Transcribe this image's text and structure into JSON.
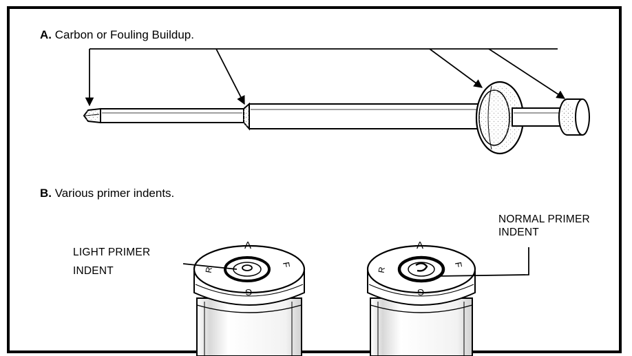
{
  "section_a": {
    "letter": "A.",
    "text": "Carbon or Fouling Buildup."
  },
  "section_b": {
    "letter": "B.",
    "text": "Various primer indents."
  },
  "light_indent": {
    "line1": "LIGHT PRIMER",
    "line2": "INDENT"
  },
  "normal_indent": {
    "line1": "NORMAL PRIMER",
    "line2": "INDENT"
  },
  "headstamp": {
    "top": "A",
    "side_left": "R",
    "side_right": "F",
    "bottom": "G"
  },
  "colors": {
    "ink": "#000000",
    "paper": "#ffffff",
    "stipple": "#9a9a9a"
  }
}
